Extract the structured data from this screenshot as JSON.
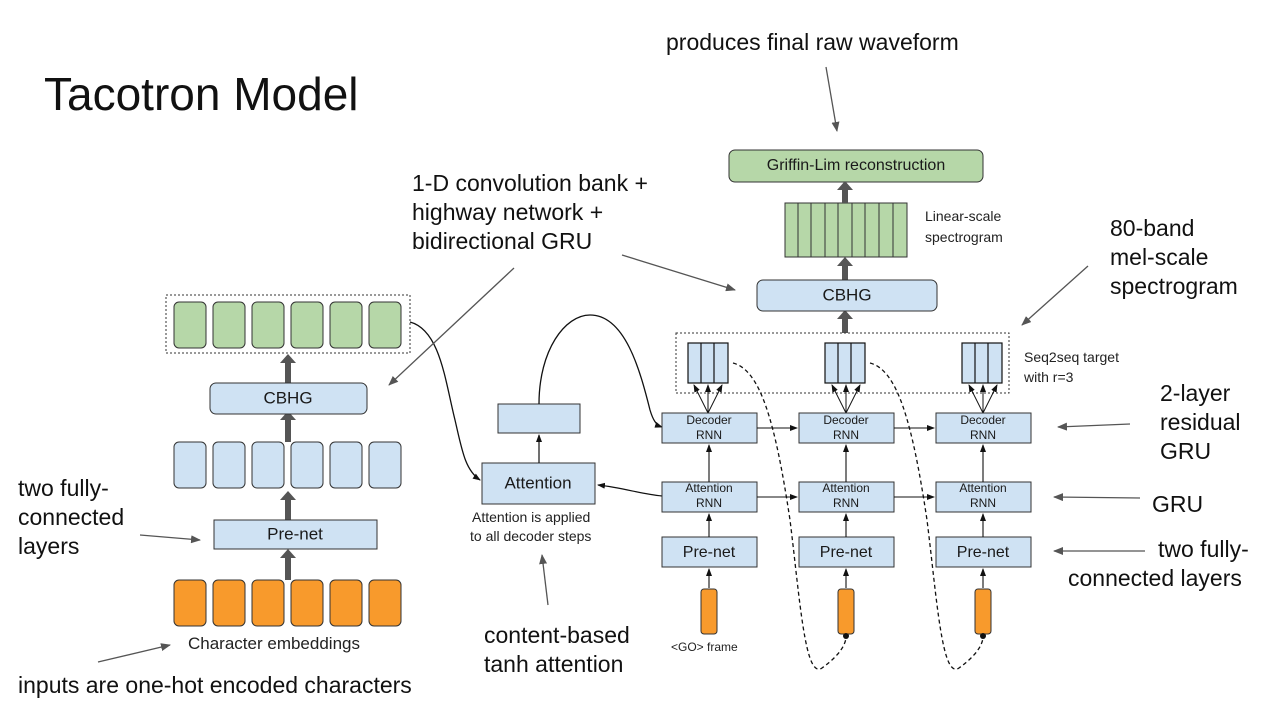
{
  "title": "Tacotron Model",
  "annotations": {
    "final_waveform": "produces final raw waveform",
    "conv_bank": [
      "1-D convolution bank +",
      "highway network +",
      "bidirectional GRU"
    ],
    "mel": [
      "80-band",
      "mel-scale",
      "spectrogram"
    ],
    "residual_gru": [
      "2-layer",
      "residual",
      "GRU"
    ],
    "gru": "GRU",
    "fc_right": [
      "two fully-",
      "connected layers"
    ],
    "fc_left": [
      "two fully-",
      "connected",
      "layers"
    ],
    "content_attention": [
      "content-based",
      "tanh attention"
    ],
    "inputs": "inputs are one-hot encoded characters"
  },
  "blocks": {
    "griffin_lim": "Griffin-Lim reconstruction",
    "linear_label": [
      "Linear-scale",
      "spectrogram"
    ],
    "cbhg_decoder": "CBHG",
    "cbhg_encoder": "CBHG",
    "seq2seq_label": [
      "Seq2seq target",
      "with r=3"
    ],
    "decoder_rnn": [
      "Decoder",
      "RNN"
    ],
    "attention_rnn": [
      "Attention",
      "RNN"
    ],
    "prenet": "Pre-net",
    "attention": "Attention",
    "attention_note": [
      "Attention is applied",
      "to all decoder steps"
    ],
    "go_frame": "<GO> frame",
    "char_embeddings": "Character embeddings"
  },
  "colors": {
    "green": "#b6d7a8",
    "blue": "#cfe2f3",
    "orange": "#f89a2c",
    "dark_arrow": "#555555"
  }
}
